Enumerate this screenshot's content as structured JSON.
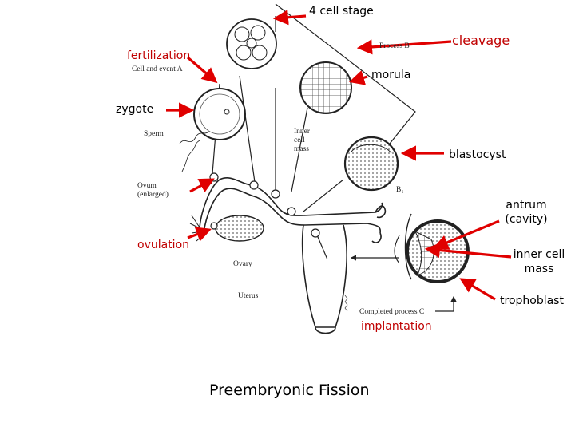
{
  "caption": "Preembryonic Fission",
  "labels": {
    "four_cell_stage": "4 cell stage",
    "cleavage": "cleavage",
    "fertilization": "fertilization",
    "morula": "morula",
    "zygote": "zygote",
    "blastocyst": "blastocyst",
    "antrum_line1": "antrum",
    "antrum_line2": "(cavity)",
    "ovulation": "ovulation",
    "inner_cell_mass_line1": "inner cell",
    "inner_cell_mass_line2": "mass",
    "trophoblast": "trophoblast",
    "implantation": "implantation"
  },
  "figure_text": {
    "process_b": "Process B",
    "cell_event_a": "Cell and event A",
    "sperm": "Sperm",
    "inner_mass_1": "Inner",
    "inner_mass_2": "cell",
    "inner_mass_3": "mass",
    "b1": "B₁",
    "ovum_1": "Ovum",
    "ovum_2": "(enlarged)",
    "ovary": "Ovary",
    "uterus": "Uterus",
    "completed_c": "Completed process C"
  },
  "colors": {
    "label_red": "#c00000",
    "arrow_red": "#e00000",
    "line": "#222222"
  }
}
